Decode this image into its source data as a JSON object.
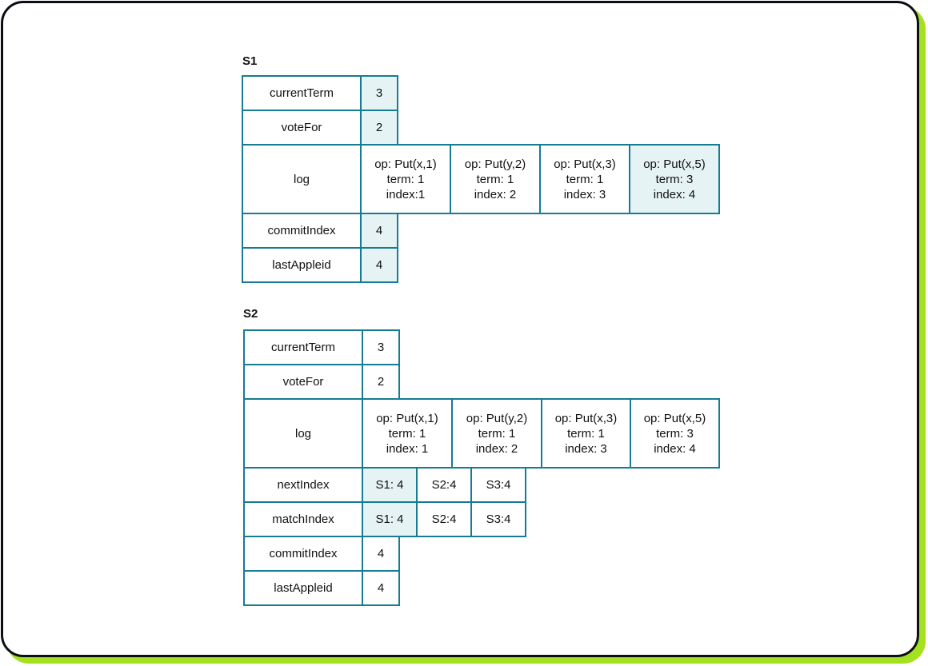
{
  "s1": {
    "title": "S1",
    "current_term": {
      "label": "currentTerm",
      "value": "3"
    },
    "vote_for": {
      "label": "voteFor",
      "value": "2"
    },
    "log": {
      "label": "log",
      "entries": [
        {
          "op": "op: Put(x,1)",
          "term": "term: 1",
          "index": "index:1"
        },
        {
          "op": "op: Put(y,2)",
          "term": "term: 1",
          "index": "index: 2"
        },
        {
          "op": "op: Put(x,3)",
          "term": "term: 1",
          "index": "index: 3"
        },
        {
          "op": "op: Put(x,5)",
          "term": "term: 3",
          "index": "index: 4"
        }
      ]
    },
    "commit_index": {
      "label": "commitIndex",
      "value": "4"
    },
    "last_applied": {
      "label": "lastAppleid",
      "value": "4"
    }
  },
  "s2": {
    "title": "S2",
    "current_term": {
      "label": "currentTerm",
      "value": "3"
    },
    "vote_for": {
      "label": "voteFor",
      "value": "2"
    },
    "log": {
      "label": "log",
      "entries": [
        {
          "op": "op: Put(x,1)",
          "term": "term: 1",
          "index": "index: 1"
        },
        {
          "op": "op: Put(y,2)",
          "term": "term: 1",
          "index": "index: 2"
        },
        {
          "op": "op: Put(x,3)",
          "term": "term: 1",
          "index": "index: 3"
        },
        {
          "op": "op: Put(x,5)",
          "term": "term: 3",
          "index": "index: 4"
        }
      ]
    },
    "next_index": {
      "label": "nextIndex",
      "values": [
        "S1: 4",
        "S2:4",
        "S3:4"
      ]
    },
    "match_index": {
      "label": "matchIndex",
      "values": [
        "S1: 4",
        "S2:4",
        "S3:4"
      ]
    },
    "commit_index": {
      "label": "commitIndex",
      "value": "4"
    },
    "last_applied": {
      "label": "lastAppleid",
      "value": "4"
    }
  },
  "colors": {
    "border": "#167c93",
    "highlight": "#e6f3f4",
    "accent_shadow": "#a4e11e",
    "frame": "#0b0f14"
  }
}
